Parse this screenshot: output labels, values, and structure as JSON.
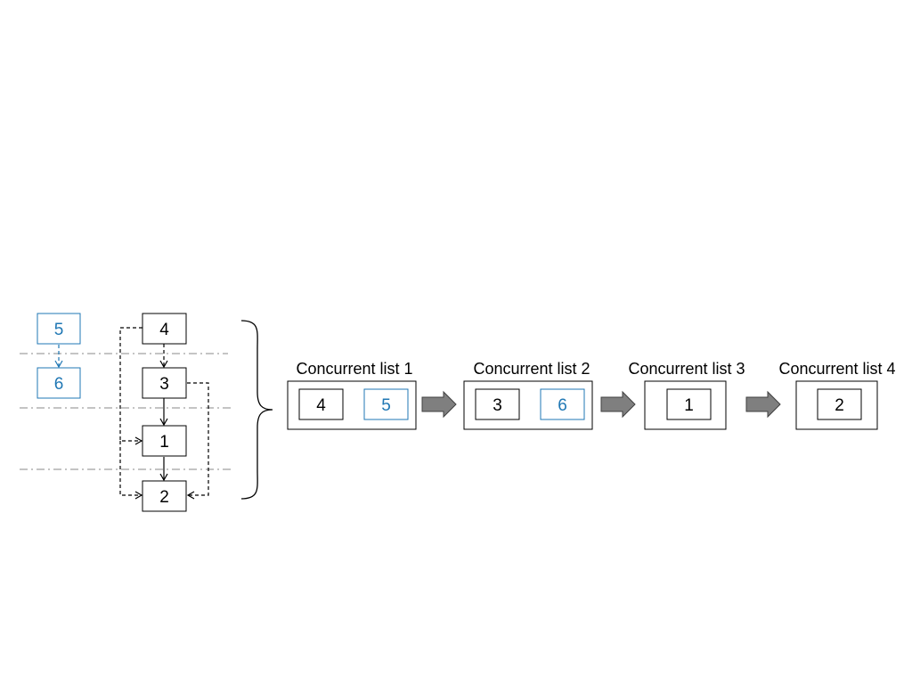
{
  "colors": {
    "ink": "#000000",
    "accent": "#1f77b4",
    "separator": "#888888",
    "arrow_fill": "#7f7f7f",
    "arrow_stroke": "#404040"
  },
  "graph": {
    "nodes": {
      "n5": "5",
      "n6": "6",
      "n4": "4",
      "n3": "3",
      "n1": "1",
      "n2": "2"
    }
  },
  "lists": [
    {
      "title": "Concurrent list 1",
      "items": [
        "4",
        "5"
      ]
    },
    {
      "title": "Concurrent list 2",
      "items": [
        "3",
        "6"
      ]
    },
    {
      "title": "Concurrent list 3",
      "items": [
        "1"
      ]
    },
    {
      "title": "Concurrent list 4",
      "items": [
        "2"
      ]
    }
  ]
}
